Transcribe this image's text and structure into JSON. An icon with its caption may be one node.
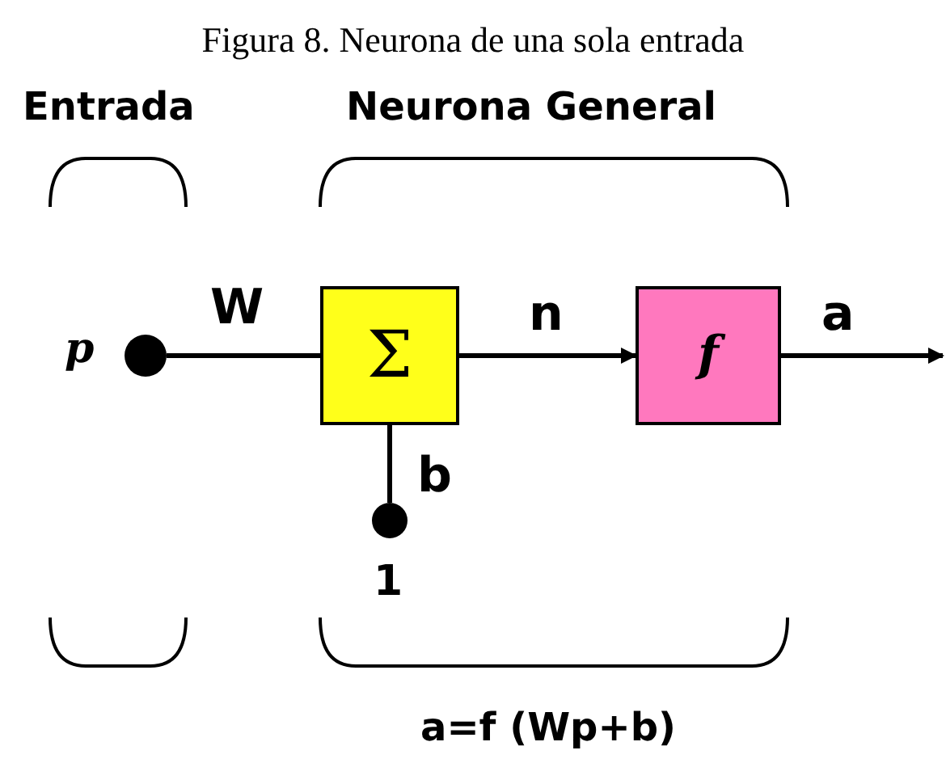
{
  "diagram": {
    "title": "Figura 8. Neurona de una sola entrada",
    "nodes": [
      {
        "text": [],
        "shape": "circle",
        "beside": [
          "p"
        ]
      },
      {
        "text": [
          "Σ"
        ]
      },
      {
        "text": [
          "f"
        ]
      },
      {
        "text": [],
        "shape": "circle",
        "beside": [
          "1"
        ]
      }
    ],
    "edges": [
      {
        "from": 0,
        "to": 1,
        "arrow": "none",
        "label": "W"
      },
      {
        "from": 1,
        "to": 2,
        "arrow": "to",
        "label": "n"
      },
      {
        "from": 2,
        "to": null,
        "arrow": "to",
        "label": "a"
      },
      {
        "from": 3,
        "to": 1,
        "arrow": "none",
        "label": "b"
      }
    ],
    "labels": [
      "Entrada",
      "Neurona General",
      "a=f (Wp+b)"
    ]
  }
}
